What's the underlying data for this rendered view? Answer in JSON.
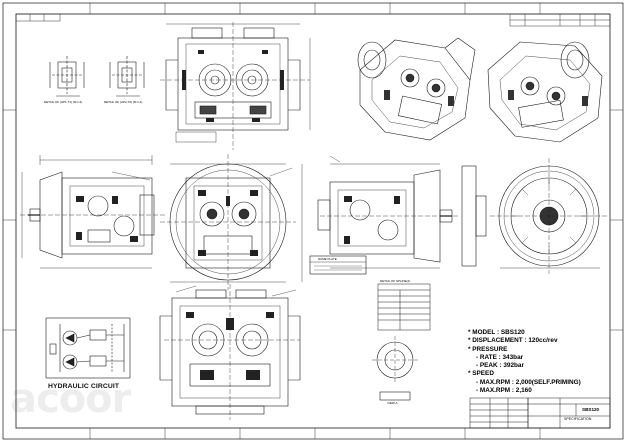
{
  "sheet": {
    "title": "SBS120",
    "subtitle": "SPECIFICATION",
    "hydraulic_circuit_label": "HYDRAULIC CIRCUIT"
  },
  "spec": {
    "model": "* MODEL : SBS120",
    "displacement": "* DISPLACEMENT : 120cc/rev",
    "pressure": "* PRESSURE",
    "rate": "- RATE : 343bar",
    "peak": "- PEAK : 392bar",
    "speed": "* SPEED",
    "max_rpm": "- MAX.RPM : 2,000(SELF.PRIMING)",
    "max_rpm2": "- MAX.RPM : 2,160"
  },
  "labels": {
    "detail_a": "DETAIL OF (AP1,T1) (M 1:4)",
    "detail_b": "DETAIL OF (AP2,T2) (M 1:4)",
    "detail_c": "DETAIL OF SPLINE(1)",
    "name_plate": "NAME PLATE",
    "view_a": "VIEW A"
  },
  "watermark": "acoor"
}
